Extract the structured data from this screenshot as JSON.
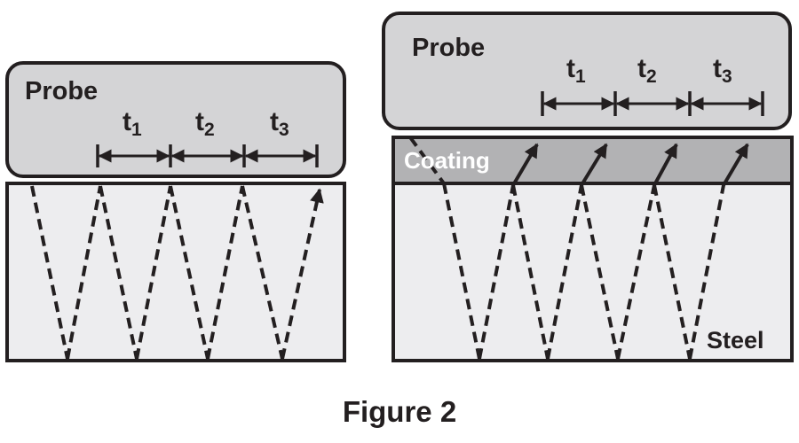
{
  "figure": {
    "caption": "Figure 2",
    "colors": {
      "probe_fill": "#d4d4d6",
      "steel_fill": "#ededef",
      "coating_fill": "#b2b2b4",
      "stroke": "#231f20",
      "coating_text": "#ffffff"
    },
    "left_panel": {
      "probe_label": "Probe",
      "intervals": [
        {
          "base": "t",
          "sub": "1"
        },
        {
          "base": "t",
          "sub": "2"
        },
        {
          "base": "t",
          "sub": "3"
        }
      ]
    },
    "right_panel": {
      "probe_label": "Probe",
      "coating_label": "Coating",
      "steel_label": "Steel",
      "intervals": [
        {
          "base": "t",
          "sub": "1"
        },
        {
          "base": "t",
          "sub": "2"
        },
        {
          "base": "t",
          "sub": "3"
        }
      ]
    }
  }
}
